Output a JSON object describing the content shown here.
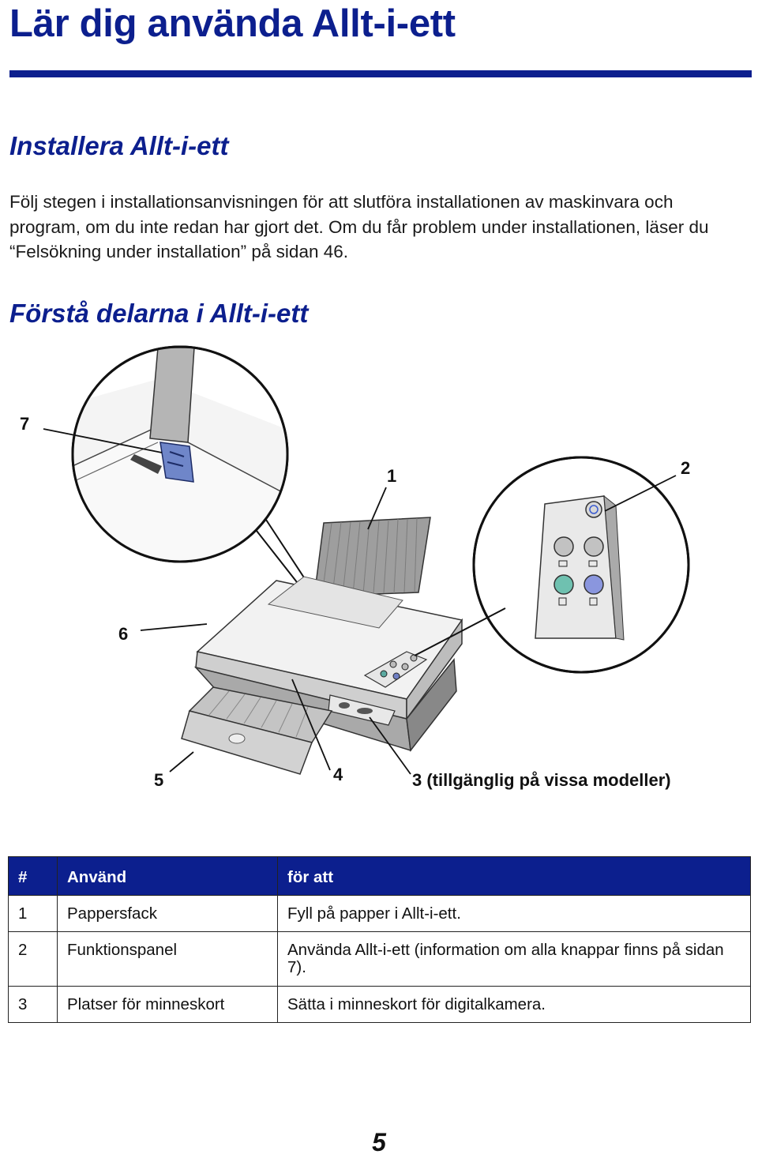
{
  "page_title": "Lär dig använda Allt-i-ett",
  "section_install": {
    "heading": "Installera Allt-i-ett",
    "paragraph": "Följ stegen i installationsanvisningen för att slutföra installationen av maskinvara och program, om du inte redan har gjort det. Om du får problem under installationen, läser du “Felsökning under installation” på sidan 46."
  },
  "section_parts": {
    "heading": "Förstå delarna i Allt-i-ett"
  },
  "figure": {
    "callouts": {
      "c7": "7",
      "c1": "1",
      "c2": "2",
      "c6": "6",
      "c5": "5",
      "c4": "4",
      "c3": "3 (tillgänglig på vissa modeller)"
    }
  },
  "table": {
    "headers": [
      "#",
      "Använd",
      "för att"
    ],
    "rows": [
      [
        "1",
        "Pappersfack",
        "Fyll på papper i Allt-i-ett."
      ],
      [
        "2",
        "Funktionspanel",
        "Använda Allt-i-ett (information om alla knappar finns på sidan 7)."
      ],
      [
        "3",
        "Platser för minneskort",
        "Sätta i minneskort för digitalkamera."
      ]
    ]
  },
  "page_number": "5"
}
